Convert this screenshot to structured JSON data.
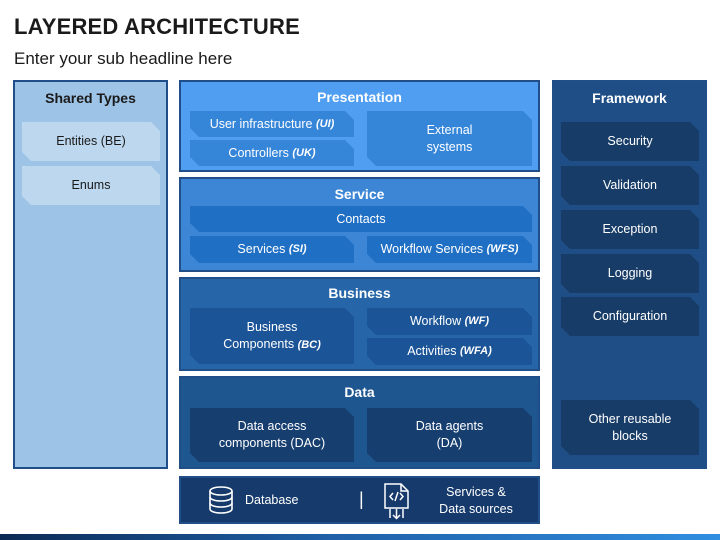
{
  "title": "LAYERED ARCHITECTURE",
  "subtitle": "Enter your sub headline here",
  "shared_types": {
    "title": "Shared Types",
    "items": [
      "Entities (BE)",
      "Enums"
    ]
  },
  "presentation": {
    "title": "Presentation",
    "user_infra": "User infrastructure",
    "user_infra_tag": "(UI)",
    "controllers": "Controllers",
    "controllers_tag": "(UK)",
    "external_line1": "External",
    "external_line2": "systems"
  },
  "service": {
    "title": "Service",
    "contacts": "Contacts",
    "services": "Services",
    "services_tag": "(SI)",
    "workflow_services": "Workflow Services",
    "workflow_services_tag": "(WFS)"
  },
  "business": {
    "title": "Business",
    "components_line1": "Business",
    "components_line2": "Components",
    "components_tag": "(BC)",
    "workflow": "Workflow",
    "workflow_tag": "(WF)",
    "activities": "Activities",
    "activities_tag": "(WFA)"
  },
  "data": {
    "title": "Data",
    "dac_line1": "Data access",
    "dac_line2": "components (DAC)",
    "agents_line1": "Data agents",
    "agents_line2": "(DA)"
  },
  "sources": {
    "database": "Database",
    "separator": "|",
    "services_line1": "Services &",
    "services_line2": "Data sources"
  },
  "framework": {
    "title": "Framework",
    "items": [
      "Security",
      "Validation",
      "Exception",
      "Logging",
      "Configuration"
    ],
    "other_line1": "Other reusable",
    "other_line2": "blocks"
  },
  "colors": {
    "shared_bg": "#9dc3e6",
    "presentation_bg": "#4f9ef2",
    "presentation_box": "#3585d9",
    "service_bg": "#3d86d6",
    "service_box": "#1f6fc4",
    "business_bg": "#2665a8",
    "business_box": "#1b5497",
    "data_bg": "#1e5690",
    "data_box": "#163f70",
    "sources_bg": "#163a6b",
    "framework_bg": "#1e4e85",
    "framework_box": "#173c67"
  }
}
